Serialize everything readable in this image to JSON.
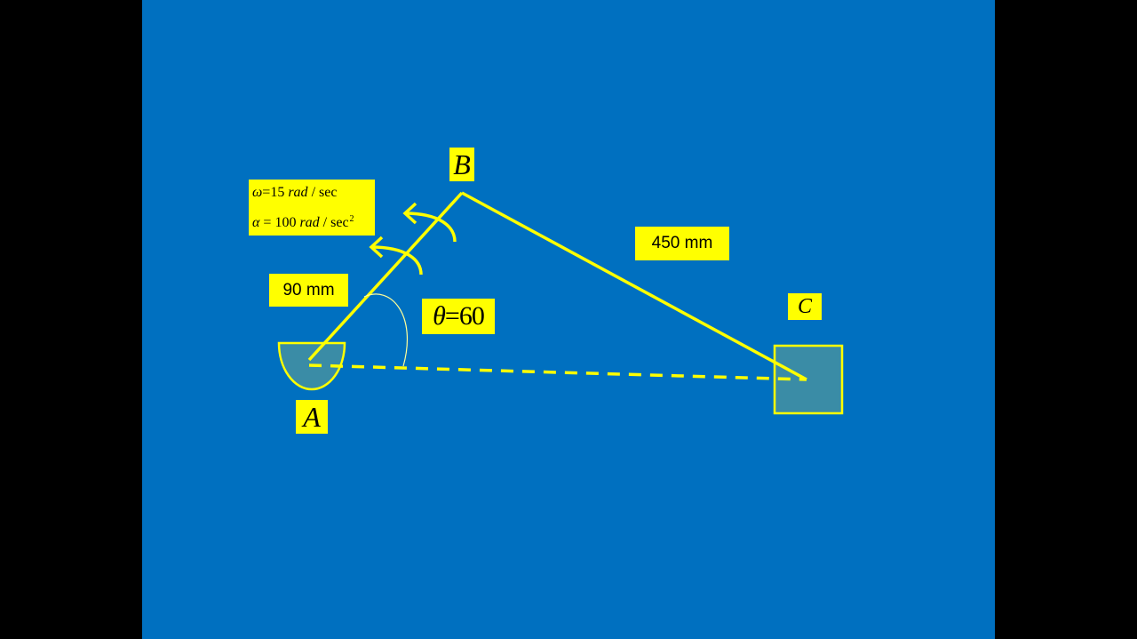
{
  "points": {
    "a": "A",
    "b": "B",
    "c": "C"
  },
  "lengths": {
    "ab": "90 mm",
    "bc": "450 mm"
  },
  "angle": {
    "symbol": "θ",
    "equals": "=",
    "value": "60"
  },
  "motion": {
    "omega_symbol": "ω",
    "omega_equals": "=",
    "omega_value": "15",
    "omega_unit_rad": "rad",
    "omega_unit_sec": " / sec",
    "alpha_symbol": "α",
    "alpha_equals": " =",
    "alpha_value": "100",
    "alpha_unit_rad": "rad",
    "alpha_unit_sec": " / sec",
    "alpha_unit_exp": "2"
  },
  "colors": {
    "background": "#0070C0",
    "frame": "#000000",
    "line": "#FFFF00",
    "label_bg": "#FFFF00",
    "fill": "#3A8CA6"
  }
}
